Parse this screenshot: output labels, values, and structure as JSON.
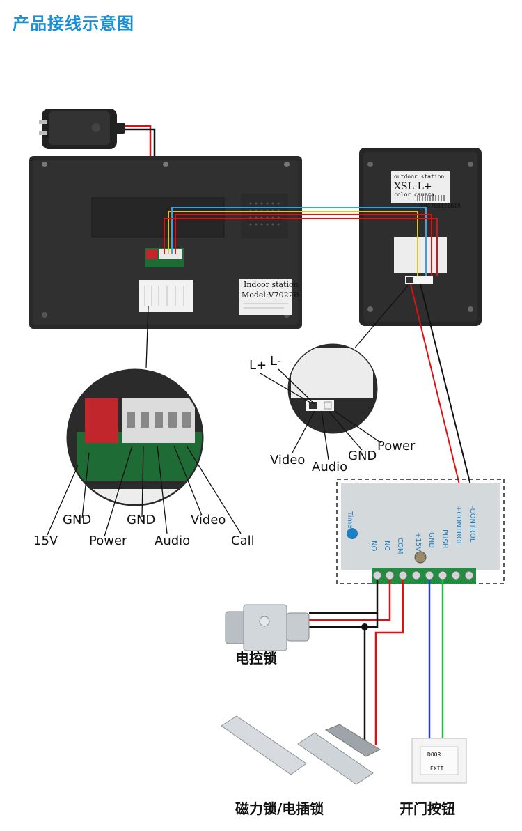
{
  "title": "产品接线示意图",
  "indoor_label": {
    "line1": "Indoor station",
    "line2": "Model:V7022B"
  },
  "outdoor_label": {
    "line1": "outdoor station",
    "line2": "XSL-L+",
    "line3": "color camera",
    "line4": "20170812ZR18"
  },
  "indoor_callout": {
    "labels": [
      "GND",
      "15V",
      "Power",
      "GND",
      "Audio",
      "Video",
      "Call"
    ]
  },
  "outdoor_callout": {
    "top_labels": [
      "L+",
      "L-"
    ],
    "bottom_labels": [
      "Video",
      "Audio",
      "GND",
      "Power"
    ]
  },
  "controller": {
    "brand": "Time",
    "terminals": [
      "NO",
      "NC",
      "COM",
      "+15V",
      "GND",
      "PUSH",
      "+CONTROL",
      "-CONTROL"
    ]
  },
  "devices": {
    "electric_lock": "电控锁",
    "magnetic_lock": "磁力锁/电插锁",
    "exit_button": "开门按钮",
    "exit_plate": {
      "line1": "DOOR",
      "line2": "EXIT"
    }
  },
  "colors": {
    "title": "#1b8fd6",
    "red_wire": "#e01010",
    "blue_wire": "#1c3fd8",
    "green_wire": "#18c13a",
    "black_wire": "#111111"
  }
}
